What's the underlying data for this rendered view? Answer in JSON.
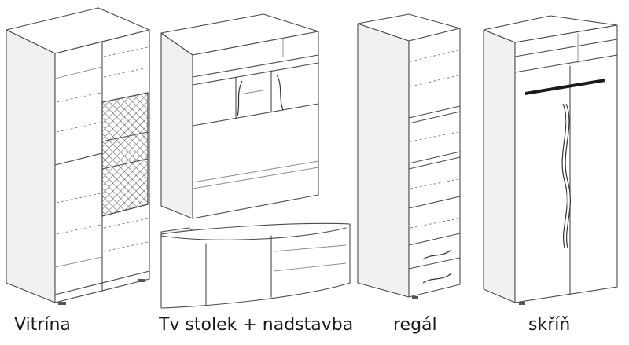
{
  "items": [
    {
      "label": "Vitrína"
    },
    {
      "label": "Tv stolek + nadstavba"
    },
    {
      "label": "regál"
    },
    {
      "label": "skříň"
    }
  ]
}
